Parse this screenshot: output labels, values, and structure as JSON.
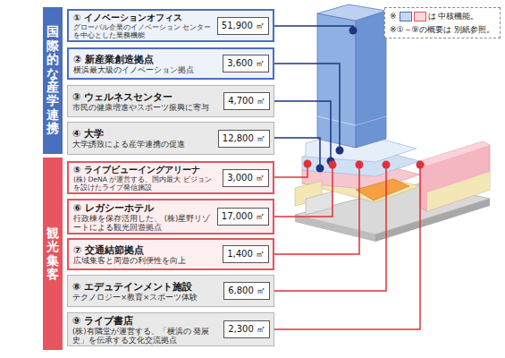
{
  "diagram": {
    "nodes": [
      {
        "text": [
          "国際的な産学連携"
        ]
      },
      {
        "text": [
          "① イノベーションオフィス",
          "グローバル企業のイノベーション センターを中心とした業務機能"
        ]
      },
      {
        "text": [
          "51,900 ㎡"
        ],
        "in": 1
      },
      {
        "text": [
          "② 新産業創造拠点",
          "横浜最大級のイノベーション拠点"
        ]
      },
      {
        "text": [
          "3,600 ㎡"
        ],
        "in": 3
      },
      {
        "text": [
          "③ ウェルネスセンター",
          "市民の健康増進やスポーツ振興に寄与"
        ]
      },
      {
        "text": [
          "4,700 ㎡"
        ],
        "in": 5
      },
      {
        "text": [
          "④ 大学",
          "大学誘致による産学連携の促進"
        ]
      },
      {
        "text": [
          "12,800 ㎡"
        ],
        "in": 7
      },
      {
        "text": [
          "観光・集客"
        ]
      },
      {
        "text": [
          "⑤ ライブビューイングアリーナ",
          "(株) DeNA が運営する、国内最大 ビジョンを設けたライブ発信施設"
        ]
      },
      {
        "text": [
          "3,000 ㎡"
        ],
        "in": 10
      },
      {
        "text": [
          "⑥ レガシーホテル",
          "行政棟を保存活用した、 (株)星野リゾートによる観光回遊拠点"
        ]
      },
      {
        "text": [
          "17,000 ㎡"
        ],
        "in": 12
      },
      {
        "text": [
          "⑦ 交通結節拠点",
          "広域集客と周遊の利便性を向上"
        ]
      },
      {
        "text": [
          "1,400 ㎡"
        ],
        "in": 14
      },
      {
        "text": [
          "⑧ エデュテインメント施設",
          "テクノロジー×教育×スポーツ体験"
        ]
      },
      {
        "text": [
          "6,800 ㎡"
        ],
        "in": 16
      },
      {
        "text": [
          "⑨ ライブ書店",
          "(株)有隣堂が運営する、「横浜の 発展史」を伝承する文化交流拠点"
        ]
      },
      {
        "text": [
          "2,300 ㎡"
        ],
        "in": 18
      }
    ],
    "labels": [
      "※",
      "※①～⑨の概要は 別紙参照。"
    ],
    "legend": [
      {
        "text": "は 中核機能。",
        "color": "#c9d6f0"
      }
    ]
  }
}
